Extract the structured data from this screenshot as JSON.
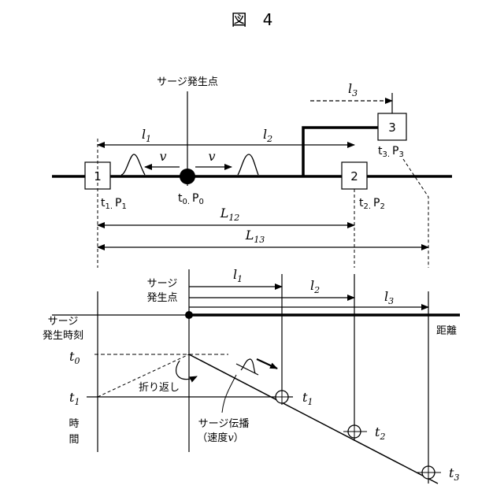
{
  "figure_title": "図　4",
  "top": {
    "surge_origin_label": "サージ発生点",
    "nodes": [
      {
        "id": "1",
        "time": "t",
        "sub": "1.",
        "power": "P",
        "psub": "1"
      },
      {
        "id": "2",
        "time": "t",
        "sub": "2.",
        "power": "P",
        "psub": "2"
      },
      {
        "id": "3",
        "time": "t",
        "sub": "3.",
        "power": "P",
        "psub": "3"
      }
    ],
    "origin": {
      "time": "t",
      "sub": "0.",
      "power": "P",
      "psub": "0"
    },
    "distances": {
      "l1": {
        "sym": "l",
        "sub": "1"
      },
      "l2": {
        "sym": "l",
        "sub": "2"
      },
      "l3": {
        "sym": "l",
        "sub": "3"
      },
      "L12": {
        "sym": "L",
        "sub": "12"
      },
      "L13": {
        "sym": "L",
        "sub": "13"
      }
    },
    "velocity": "v"
  },
  "bottom": {
    "surge_origin_line1": "サージ",
    "surge_origin_line2": "発生点",
    "surge_time_line1": "サージ",
    "surge_time_line2": "発生時刻",
    "distance_axis": "距離",
    "time_axis_1": "時",
    "time_axis_2": "間",
    "reflection": "折り返し",
    "propagation_line1": "サージ伝播",
    "propagation_line2_pre": "（速度",
    "propagation_line2_var": "v",
    "propagation_line2_post": "）",
    "t0": {
      "sym": "t",
      "sub": "0"
    },
    "t1": {
      "sym": "t",
      "sub": "1"
    },
    "t1_right": {
      "sym": "t",
      "sub": "1"
    },
    "t2": {
      "sym": "t",
      "sub": "2"
    },
    "t3": {
      "sym": "t",
      "sub": "3"
    },
    "l1": {
      "sym": "l",
      "sub": "1"
    },
    "l2": {
      "sym": "l",
      "sub": "2"
    },
    "l3": {
      "sym": "l",
      "sub": "3"
    }
  }
}
